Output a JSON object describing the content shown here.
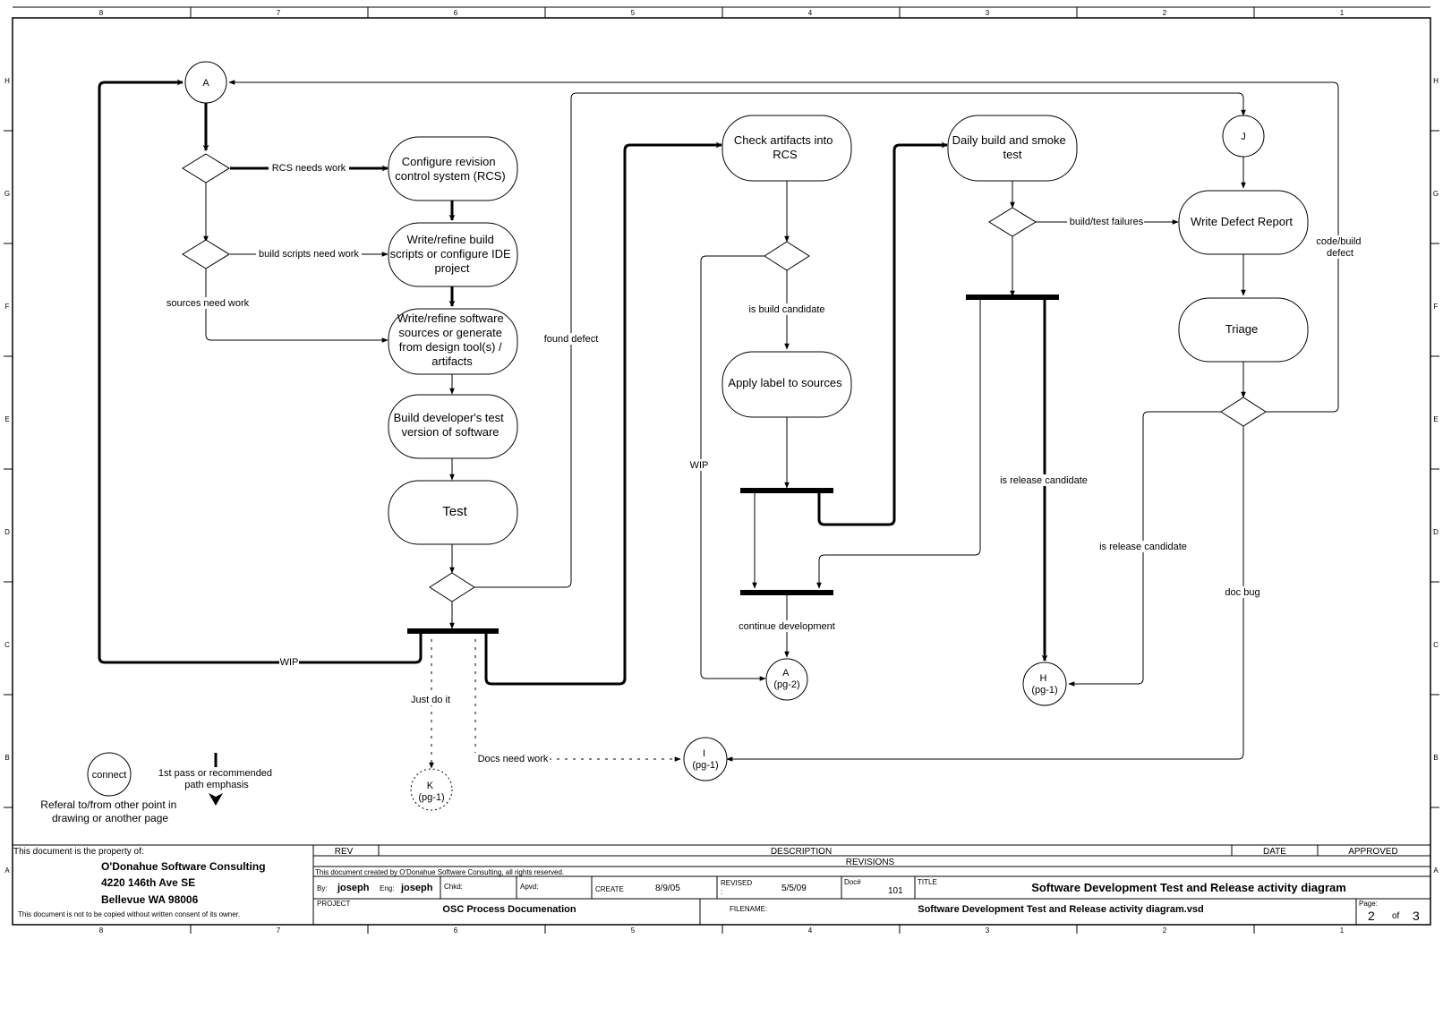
{
  "border": {
    "columns": [
      "8",
      "7",
      "6",
      "5",
      "4",
      "3",
      "2",
      "1"
    ],
    "rows": [
      "H",
      "G",
      "F",
      "E",
      "D",
      "C",
      "B",
      "A"
    ]
  },
  "nodes": {
    "configure_rcs": [
      "Configure revision",
      "control system (RCS)"
    ],
    "write_build_scripts": [
      "Write/refine build",
      "scripts or configure IDE",
      "project"
    ],
    "write_sources": [
      "Write/refine software",
      "sources or generate",
      "from design tool(s) /",
      "artifacts"
    ],
    "build_dev_test": [
      "Build developer's test",
      "version of software"
    ],
    "test": [
      "Test"
    ],
    "check_artifacts": [
      "Check artifacts into",
      "RCS"
    ],
    "apply_label": [
      "Apply label to sources"
    ],
    "daily_build": [
      "Daily build and smoke",
      "test"
    ],
    "write_defect": [
      "Write Defect Report"
    ],
    "triage": [
      "Triage"
    ]
  },
  "connectors": {
    "a_top": [
      "A"
    ],
    "j": [
      "J"
    ],
    "a_pg2": [
      "A",
      "(pg-2)"
    ],
    "h_pg1": [
      "H",
      "(pg-1)"
    ],
    "i_pg1": [
      "I",
      "(pg-1)"
    ],
    "k_pg1": [
      "K",
      "(pg-1)"
    ],
    "legend": [
      "connect"
    ]
  },
  "labels": {
    "rcs_needs_work": "RCS needs work",
    "build_scripts_need_work": "build scripts need work",
    "sources_need_work": "sources need work",
    "found_defect": "found defect",
    "wip_left": "WIP",
    "wip_mid": "WIP",
    "just_do_it": "Just do it",
    "docs_need_work": "Docs need work",
    "is_build_candidate": "is build candidate",
    "continue_development": "continue development",
    "build_test_failures": "build/test failures",
    "is_release_candidate_1": "is release candidate",
    "is_release_candidate_2": "is release candidate",
    "code_build_defect": [
      "code/build",
      "defect"
    ],
    "doc_bug": "doc bug"
  },
  "legend": {
    "referral": [
      "Referal to/from other point in",
      "drawing or another page"
    ],
    "emphasis": [
      "1st pass or recommended",
      "path emphasis"
    ]
  },
  "title_block": {
    "property_of": "This document is the property of:",
    "company": [
      "O'Donahue Software Consulting",
      "4220 146th Ave SE",
      "Bellevue WA 98006"
    ],
    "not_copied": "This document is not to be copied without written consent of its owner.",
    "rev_header": "REV",
    "description_header": "DESCRIPTION",
    "date_header": "DATE",
    "approved_header": "APPROVED",
    "revisions": "REVISIONS",
    "created_by_note": "This document created by O'Donahue Software Consulting, all rights reserved.",
    "by_label": "By:",
    "by_value": "joseph",
    "eng_label": "Eng:",
    "eng_value": "joseph",
    "chkd_label": "Chkd:",
    "apvd_label": "Apvd:",
    "create_label": "CREATE",
    "create_value": "8/9/05",
    "revised_label": "REVISED",
    "revised_colon": ":",
    "revised_value": "5/5/09",
    "doc_label": "Doc#",
    "doc_value": "101",
    "title_label": "TITLE",
    "title_value": "Software Development Test and Release activity diagram",
    "project_label": "PROJECT",
    "project_value": "OSC Process Documenation",
    "filename_label": "FILENAME:",
    "filename_value": "Software Development Test and Release activity diagram.vsd",
    "page_label": "Page:",
    "page_value": "2",
    "of_label": "of",
    "of_value": "3"
  }
}
